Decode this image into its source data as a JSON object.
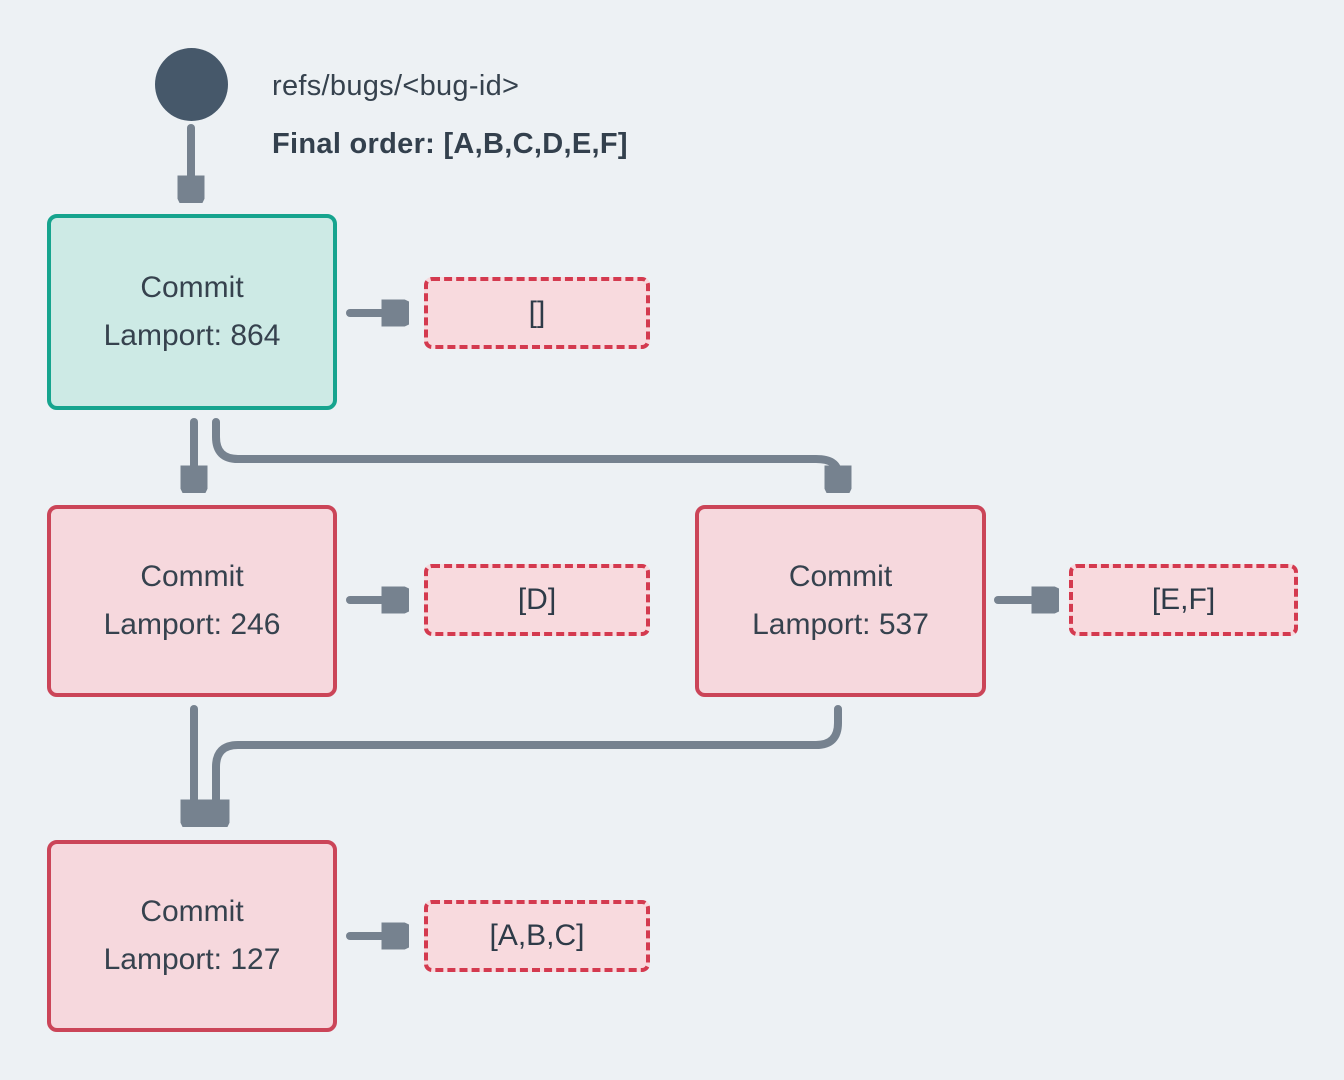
{
  "diagram": {
    "ref": {
      "label": "refs/bugs/<bug-id>",
      "final_order": "Final order: [A,B,C,D,E,F]"
    },
    "commits": [
      {
        "name": "Commit",
        "lamport": "Lamport: 864",
        "role": "head",
        "operations": "[]"
      },
      {
        "name": "Commit",
        "lamport": "Lamport: 246",
        "role": "commit",
        "operations": "[D]"
      },
      {
        "name": "Commit",
        "lamport": "Lamport: 537",
        "role": "commit",
        "operations": "[E,F]"
      },
      {
        "name": "Commit",
        "lamport": "Lamport: 127",
        "role": "commit",
        "operations": "[A,B,C]"
      }
    ],
    "colors": {
      "background": "#edf1f4",
      "ref_node": "#46586a",
      "arrow": "#76828f",
      "text": "#36424e",
      "head_commit_border": "#16a48e",
      "head_commit_fill": "#cdeae5",
      "commit_border": "#cb4558",
      "commit_fill": "#f6d8dd",
      "operations_border": "#d43a4f",
      "operations_fill": "#f8dade"
    }
  }
}
